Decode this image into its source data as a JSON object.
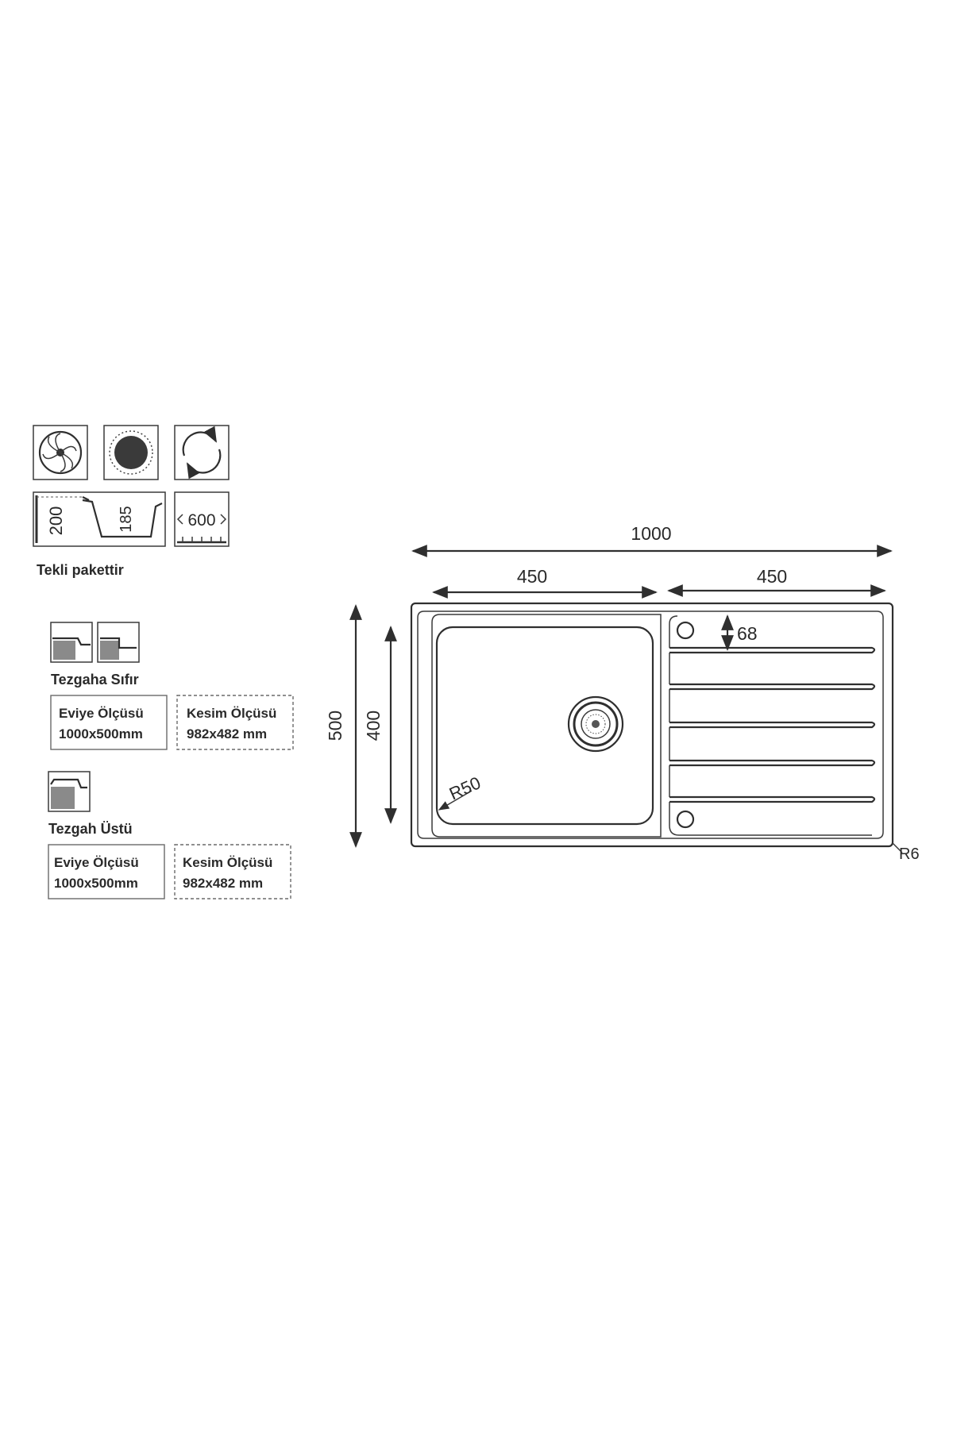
{
  "icons": [
    {
      "name": "swirl-fan-icon"
    },
    {
      "name": "filled-circle-icon"
    },
    {
      "name": "rotation-arrows-icon"
    }
  ],
  "profile": {
    "height_outer": "200",
    "height_inner": "185",
    "cabinet": "600"
  },
  "package_note": "Tekli pakettir",
  "mount_flush": {
    "title": "Tezgaha Sıfır",
    "sink_size_label": "Eviye Ölçüsü",
    "sink_size_value": "1000x500mm",
    "cutout_label": "Kesim Ölçüsü",
    "cutout_value": "982x482 mm"
  },
  "mount_top": {
    "title": "Tezgah  Üstü",
    "sink_size_label": "Eviye Ölçüsü",
    "sink_size_value": "1000x500mm",
    "cutout_label": "Kesim Ölçüsü",
    "cutout_value": "982x482 mm"
  },
  "dimensions": {
    "overall_width": "1000",
    "bowl_width": "450",
    "drainer_width": "450",
    "overall_depth": "500",
    "bowl_depth": "400",
    "tap_hole_offset": "68",
    "bowl_radius": "R50",
    "corner_radius": "R6"
  }
}
